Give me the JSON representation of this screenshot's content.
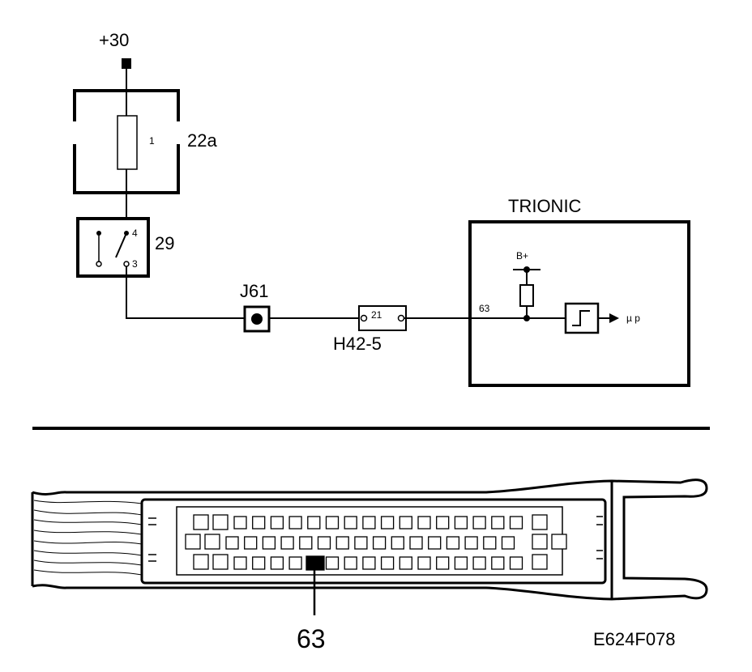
{
  "schematic": {
    "supply_label": "+30",
    "fuse_number": "1",
    "fuse_box_label": "22a",
    "relay_label": "29",
    "relay_pin_4": "4",
    "relay_pin_3": "3",
    "junction_label": "J61",
    "connector_pin": "21",
    "connector_label": "H42-5",
    "ecu_title": "TRIONIC",
    "ecu_pin": "63",
    "ecu_supply": "B+",
    "ecu_output": "µ p"
  },
  "connector_view": {
    "pin_callout": "63",
    "highlighted_pin": "63"
  },
  "figure_code": "E624F078"
}
